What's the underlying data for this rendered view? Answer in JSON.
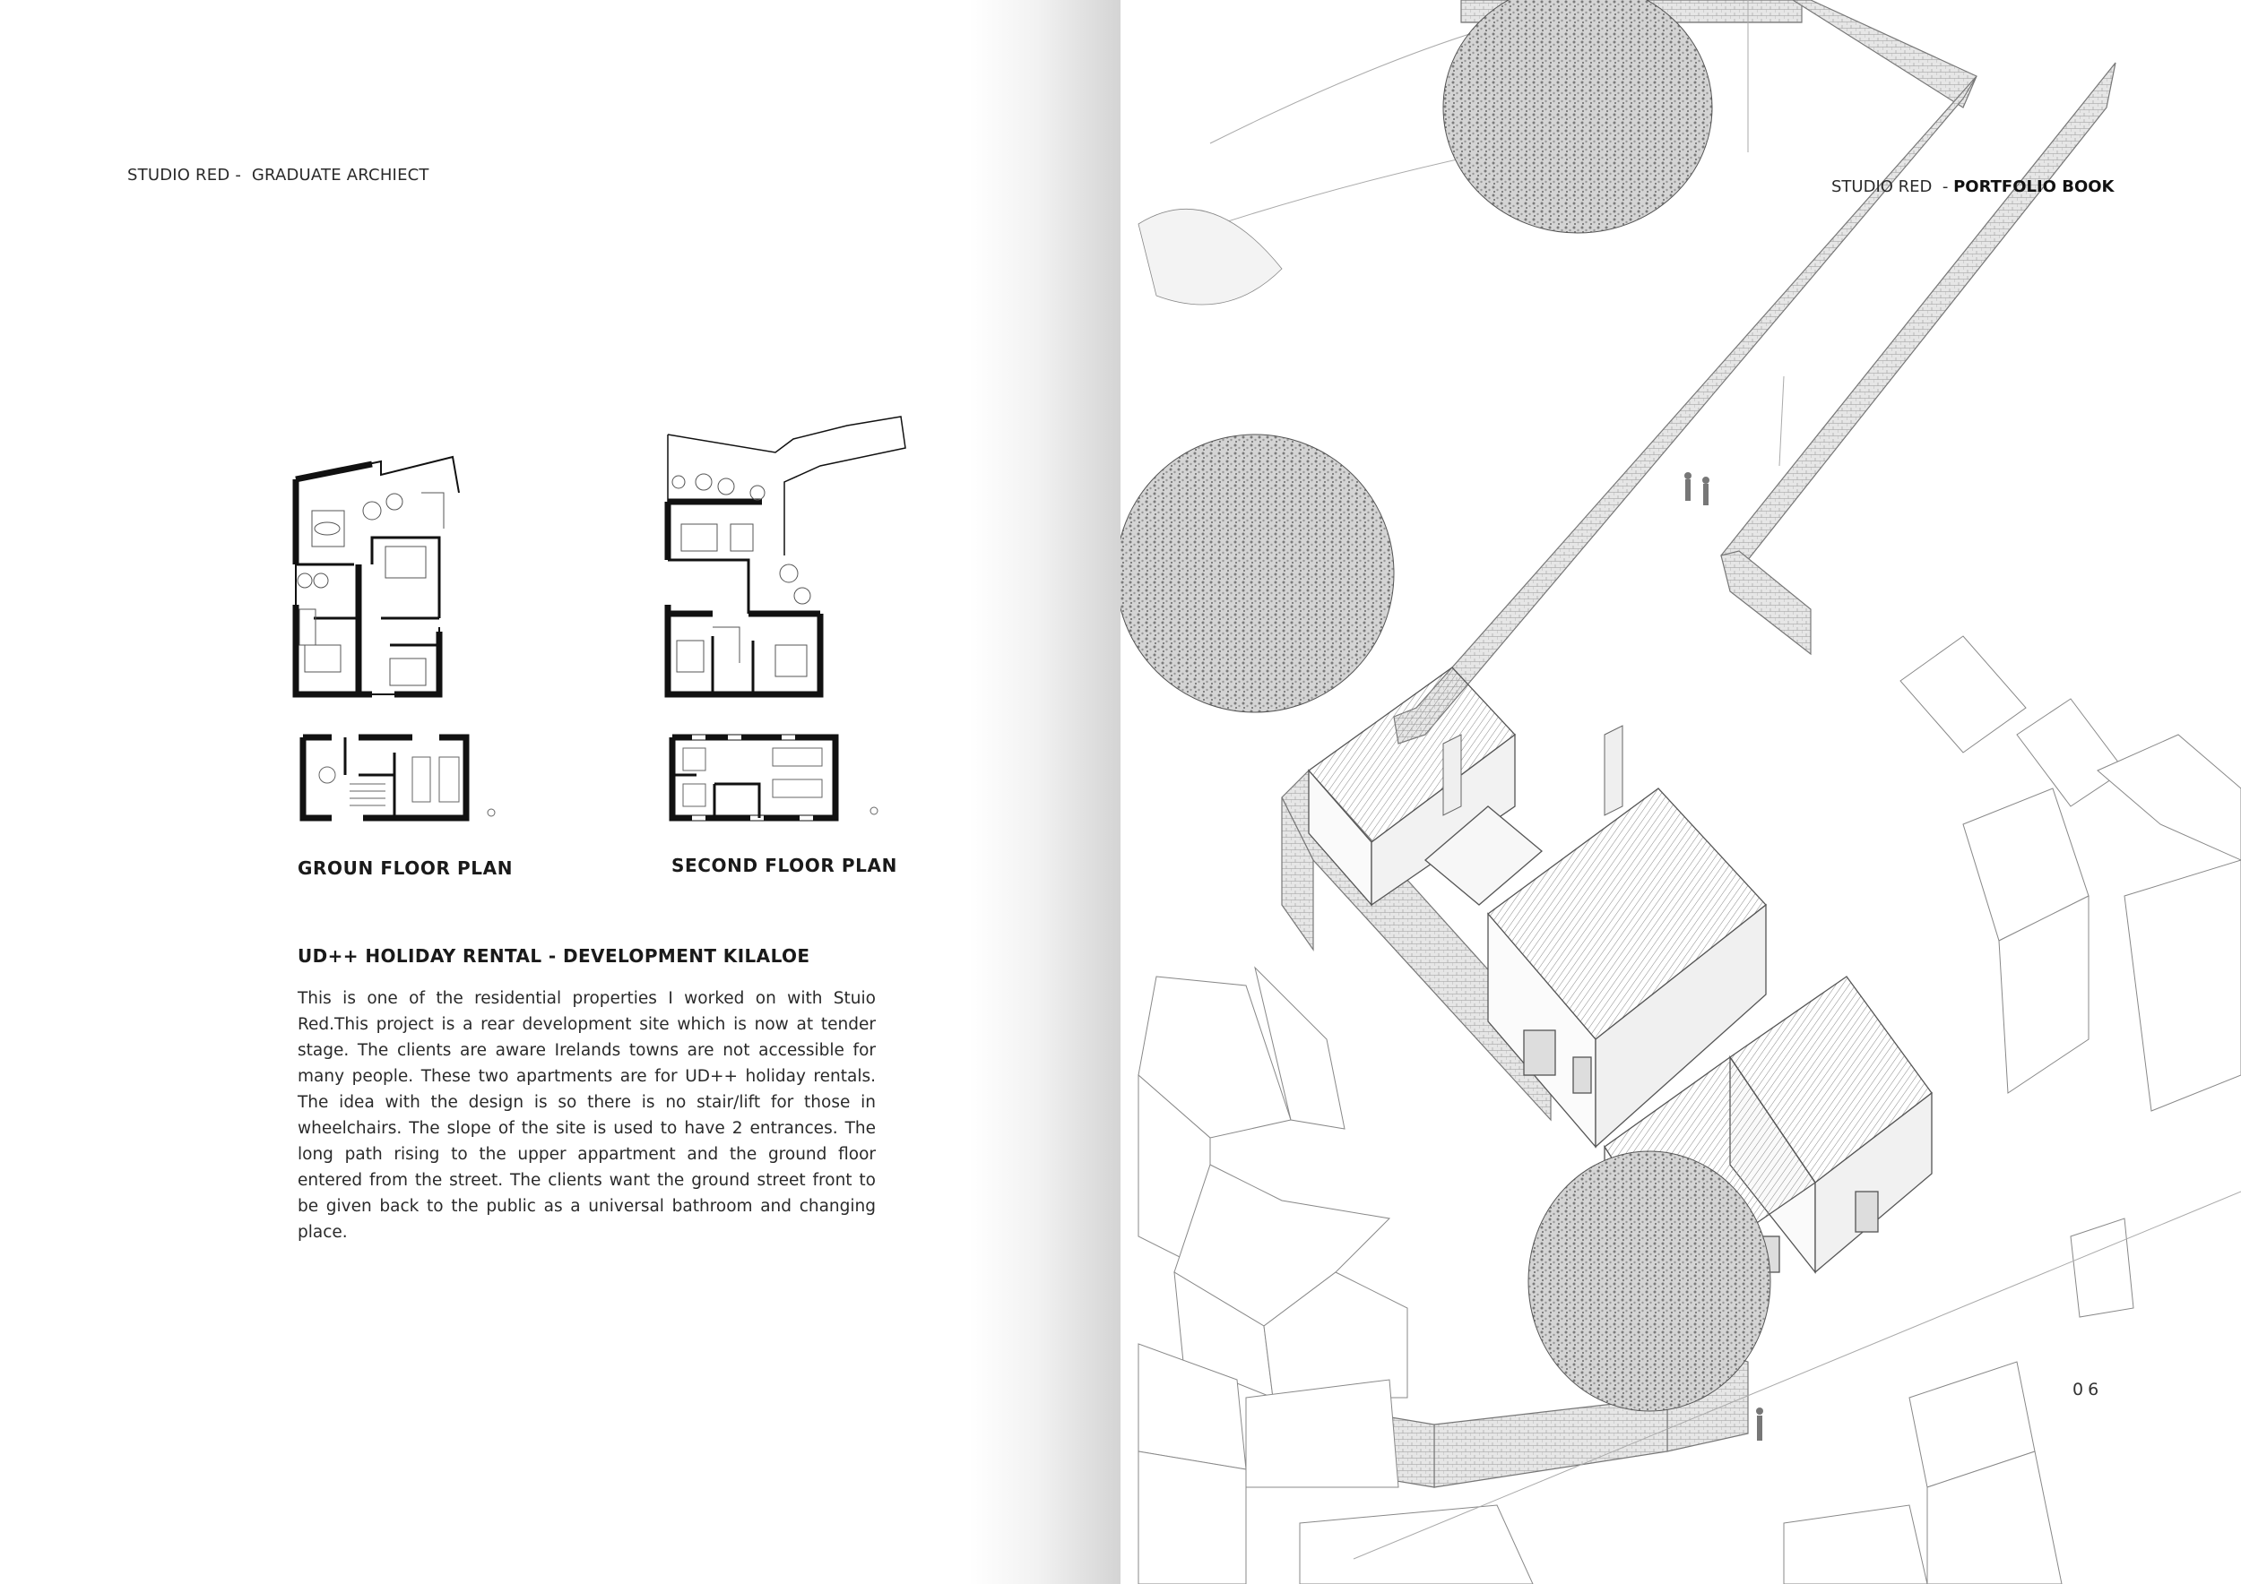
{
  "left_page": {
    "header": "STUDIO RED -  GRADUATE ARCHIECT",
    "plans": {
      "ground_label": "GROUN FLOOR PLAN",
      "second_label": "SECOND FLOOR PLAN"
    },
    "project_title": "UD++ HOLIDAY RENTAL - DEVELOPMENT KILALOE",
    "description": "This is one of the residential properties I worked on with Stuio Red.This project is a rear development site which is now at tender stage. The clients are aware Irelands towns are not accessible for many people. These two apartments are for UD++ holiday rentals. The idea with the design is so there is no stair/lift for those in wheelchairs. The slope of the site is used to have 2 entrances. The long path rising to the upper appartment and the ground floor entered from the street. The clients want the ground street front to be given back to the public as a universal bathroom and changing place."
  },
  "right_page": {
    "header_prefix": "STUDIO RED",
    "header_sep": "  - ",
    "header_bold": "PORTFOLIO BOOK",
    "page_number": "06"
  }
}
